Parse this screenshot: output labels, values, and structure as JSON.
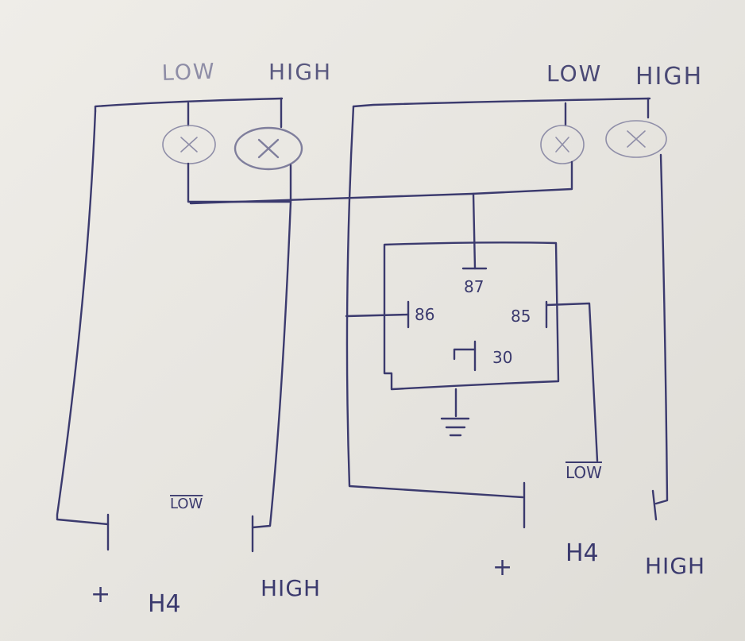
{
  "left_circuit": {
    "lamp_labels": {
      "low": "LOW",
      "high": "HIGH"
    },
    "low_note": "LOW",
    "plus": "+",
    "connector": "H4",
    "high": "HIGH"
  },
  "right_circuit": {
    "lamp_labels": {
      "low": "LOW",
      "high": "HIGH"
    },
    "relay_pins": {
      "p87": "87",
      "p86": "86",
      "p85": "85",
      "p30": "30"
    },
    "low_note": "LOW",
    "plus": "+",
    "connector": "H4",
    "high": "HIGH"
  },
  "colors": {
    "ink": "#3b3a6e",
    "paper": "#ecebe6"
  }
}
